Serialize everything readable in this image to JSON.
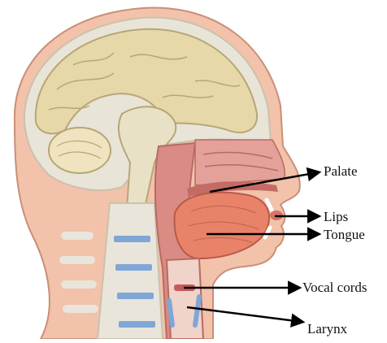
{
  "labels": {
    "palate": "Palate",
    "lips": "Lips",
    "tongue": "Tongue",
    "vocal_cords": "Vocal cords",
    "larynx": "Larynx"
  },
  "colors": {
    "skin": "#f2c2aa",
    "skin_outline": "#c98f78",
    "skull": "#e8e4d8",
    "skull_outline": "#c9c2ae",
    "brain": "#e6d8a8",
    "brain_outline": "#b7a676",
    "spine": "#e9e5da",
    "disc": "#7fa6d6",
    "muscle": "#d98b84",
    "tongue": "#e8836a",
    "airway": "#c65a5a",
    "arrow": "#000000"
  }
}
